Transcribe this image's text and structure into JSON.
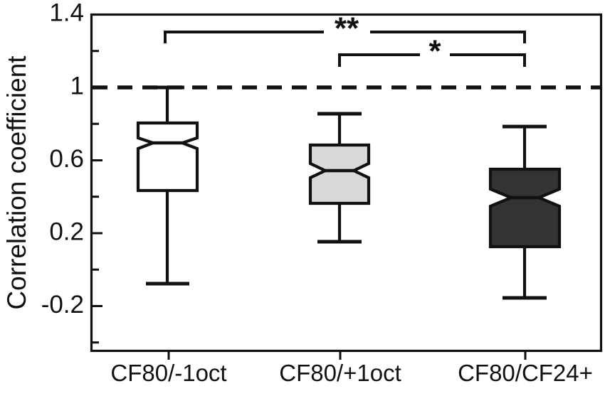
{
  "chart_data": {
    "type": "box",
    "title": "",
    "xlabel": "",
    "ylabel": "Correlation coefficient",
    "ylim": [
      -0.45,
      1.45
    ],
    "grid": false,
    "legend": null,
    "y_major_ticks": [
      1.4,
      1.0,
      0.6,
      0.2,
      -0.2
    ],
    "y_major_tick_labels": [
      "1.4",
      "1",
      "0.6",
      "0.2",
      "-0.2"
    ],
    "y_minor_ticks": [
      1.2,
      0.8,
      0.4,
      0.0,
      -0.4
    ],
    "categories": [
      "CF80/-1oct",
      "CF80/+1oct",
      "CF80/CF24+"
    ],
    "reference_line": {
      "value": 1.0,
      "style": "dashed",
      "color": "#111111"
    },
    "boxes": [
      {
        "label": "CF80/-1oct",
        "fill": "#ffffff",
        "whisker_low": -0.09,
        "q1": 0.43,
        "median": 0.69,
        "q3": 0.79,
        "whisker_high": 0.99,
        "notch_low": 0.59,
        "notch_high": 0.8
      },
      {
        "label": "CF80/+1oct",
        "fill": "#d9d9d9",
        "whisker_low": 0.15,
        "q1": 0.35,
        "median": 0.52,
        "q3": 0.68,
        "whisker_high": 0.84,
        "notch_low": 0.43,
        "notch_high": 0.62
      },
      {
        "label": "CF80/CF24+",
        "fill": "#333333",
        "whisker_low": -0.19,
        "q1": 0.11,
        "median": 0.37,
        "q3": 0.53,
        "whisker_high": 0.78,
        "notch_low": 0.27,
        "notch_high": 0.45
      }
    ],
    "significance": [
      {
        "label": "**",
        "from": "CF80/-1oct",
        "to": "CF80/CF24+",
        "level": 1
      },
      {
        "label": "*",
        "from": "CF80/+1oct",
        "to": "CF80/CF24+",
        "level": 2
      }
    ]
  },
  "axis": {
    "y_title": "Correlation coefficient",
    "y_labels": {
      "t0": "1.4",
      "t1": "1",
      "t2": "0.6",
      "t3": "0.2",
      "t4": "-0.2"
    },
    "x_labels": {
      "c0": "CF80/-1oct",
      "c1": "CF80/+1oct",
      "c2": "CF80/CF24+"
    }
  },
  "annotations": {
    "sig_top": "**",
    "sig_bottom": "*"
  }
}
